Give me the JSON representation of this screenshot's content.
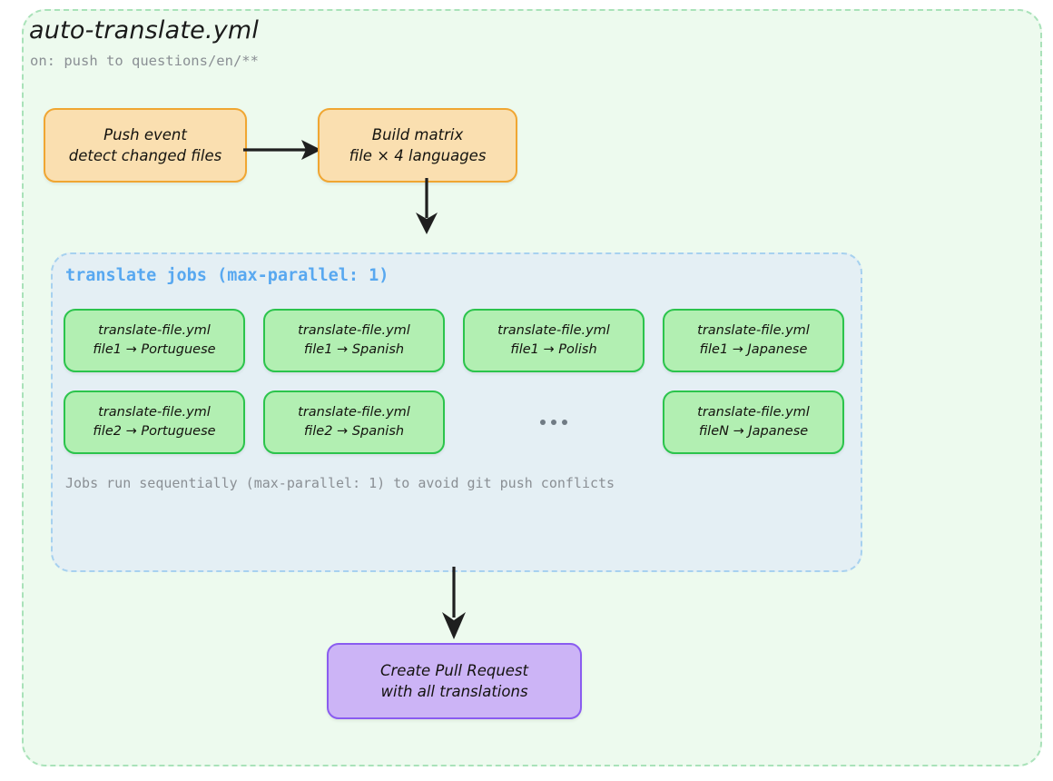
{
  "diagram": {
    "title": "auto-translate.yml",
    "subtitle": "on: push to questions/en/**",
    "nodes": {
      "push_event": {
        "line1": "Push event",
        "line2": "detect changed files",
        "color": "#fadfb0",
        "border": "#f0a632"
      },
      "build_matrix": {
        "line1": "Build matrix",
        "line2": "file × 4 languages",
        "color": "#fadfb0",
        "border": "#f0a632"
      },
      "create_pr": {
        "line1": "Create Pull Request",
        "line2": "with all translations",
        "color": "#ccb4f6",
        "border": "#8a5cf0"
      }
    },
    "jobs_container": {
      "header": "translate jobs (max-parallel: 1)",
      "note": "Jobs run sequentially (max-parallel: 1) to avoid git push conflicts",
      "header_color": "#58a8f0",
      "fill": "#e4eff4",
      "border": "#a7d1ef",
      "rows": [
        {
          "cells": [
            {
              "kind": "job",
              "line1": "translate-file.yml",
              "line2": "file1 → Portuguese"
            },
            {
              "kind": "job",
              "line1": "translate-file.yml",
              "line2": "file1 → Spanish"
            },
            {
              "kind": "job",
              "line1": "translate-file.yml",
              "line2": "file1 → Polish"
            },
            {
              "kind": "job",
              "line1": "translate-file.yml",
              "line2": "file1 → Japanese"
            }
          ]
        },
        {
          "cells": [
            {
              "kind": "job",
              "line1": "translate-file.yml",
              "line2": "file2 → Portuguese"
            },
            {
              "kind": "job",
              "line1": "translate-file.yml",
              "line2": "file2 → Spanish"
            },
            {
              "kind": "ellipsis",
              "line1": "•••",
              "line2": ""
            },
            {
              "kind": "job",
              "line1": "translate-file.yml",
              "line2": "fileN → Japanese"
            }
          ]
        }
      ]
    },
    "arrows": [
      {
        "name": "push-event-to-build-matrix",
        "direction": "right"
      },
      {
        "name": "build-matrix-to-translate-jobs",
        "direction": "down"
      },
      {
        "name": "translate-jobs-to-create-pr",
        "direction": "down"
      }
    ],
    "colors": {
      "page_background": "#ffffff",
      "frame_fill": "#edfaee",
      "frame_border": "#a9e2b9",
      "job_fill": "#b2efb2",
      "job_border": "#2bc44c",
      "arrow": "#1f1f1f",
      "muted_text": "#8a8f94"
    }
  }
}
